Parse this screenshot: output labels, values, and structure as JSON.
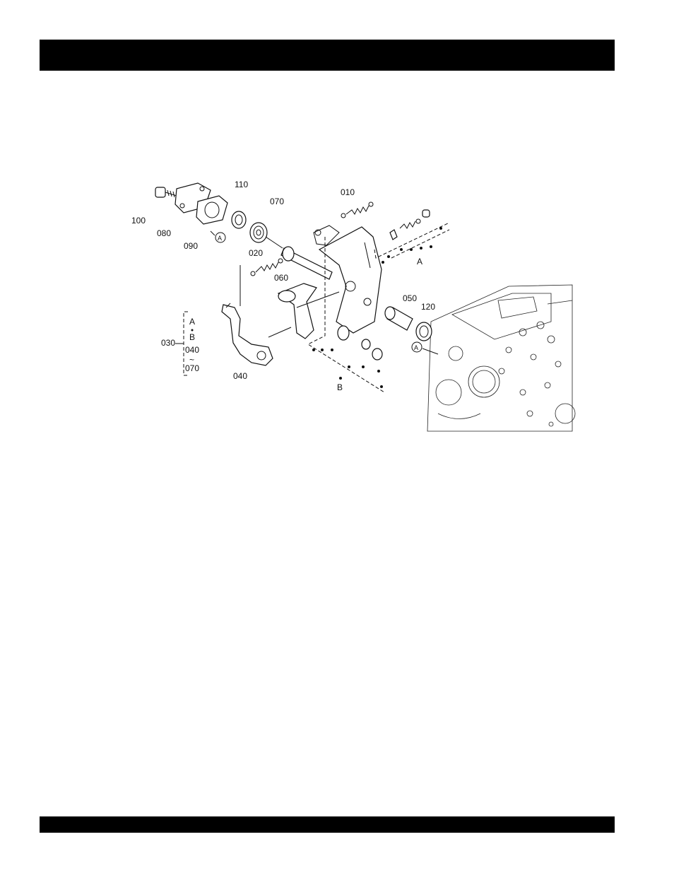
{
  "header": {
    "title": ""
  },
  "footer": {
    "text": ""
  },
  "diagram": {
    "labels": {
      "p010": "010",
      "p020": "020",
      "p030": "030",
      "p040": "040",
      "p050": "050",
      "p060": "060",
      "p070": "070",
      "p080": "080",
      "p090": "090",
      "p100": "100",
      "p110": "110",
      "p120": "120",
      "refA": "A",
      "refB": "B",
      "bracketA": "A",
      "bracketB": "B",
      "bracket040": "040",
      "bracketTilde": "~",
      "bracket070": "070",
      "circleA1": "A",
      "circleA2": "A"
    }
  }
}
